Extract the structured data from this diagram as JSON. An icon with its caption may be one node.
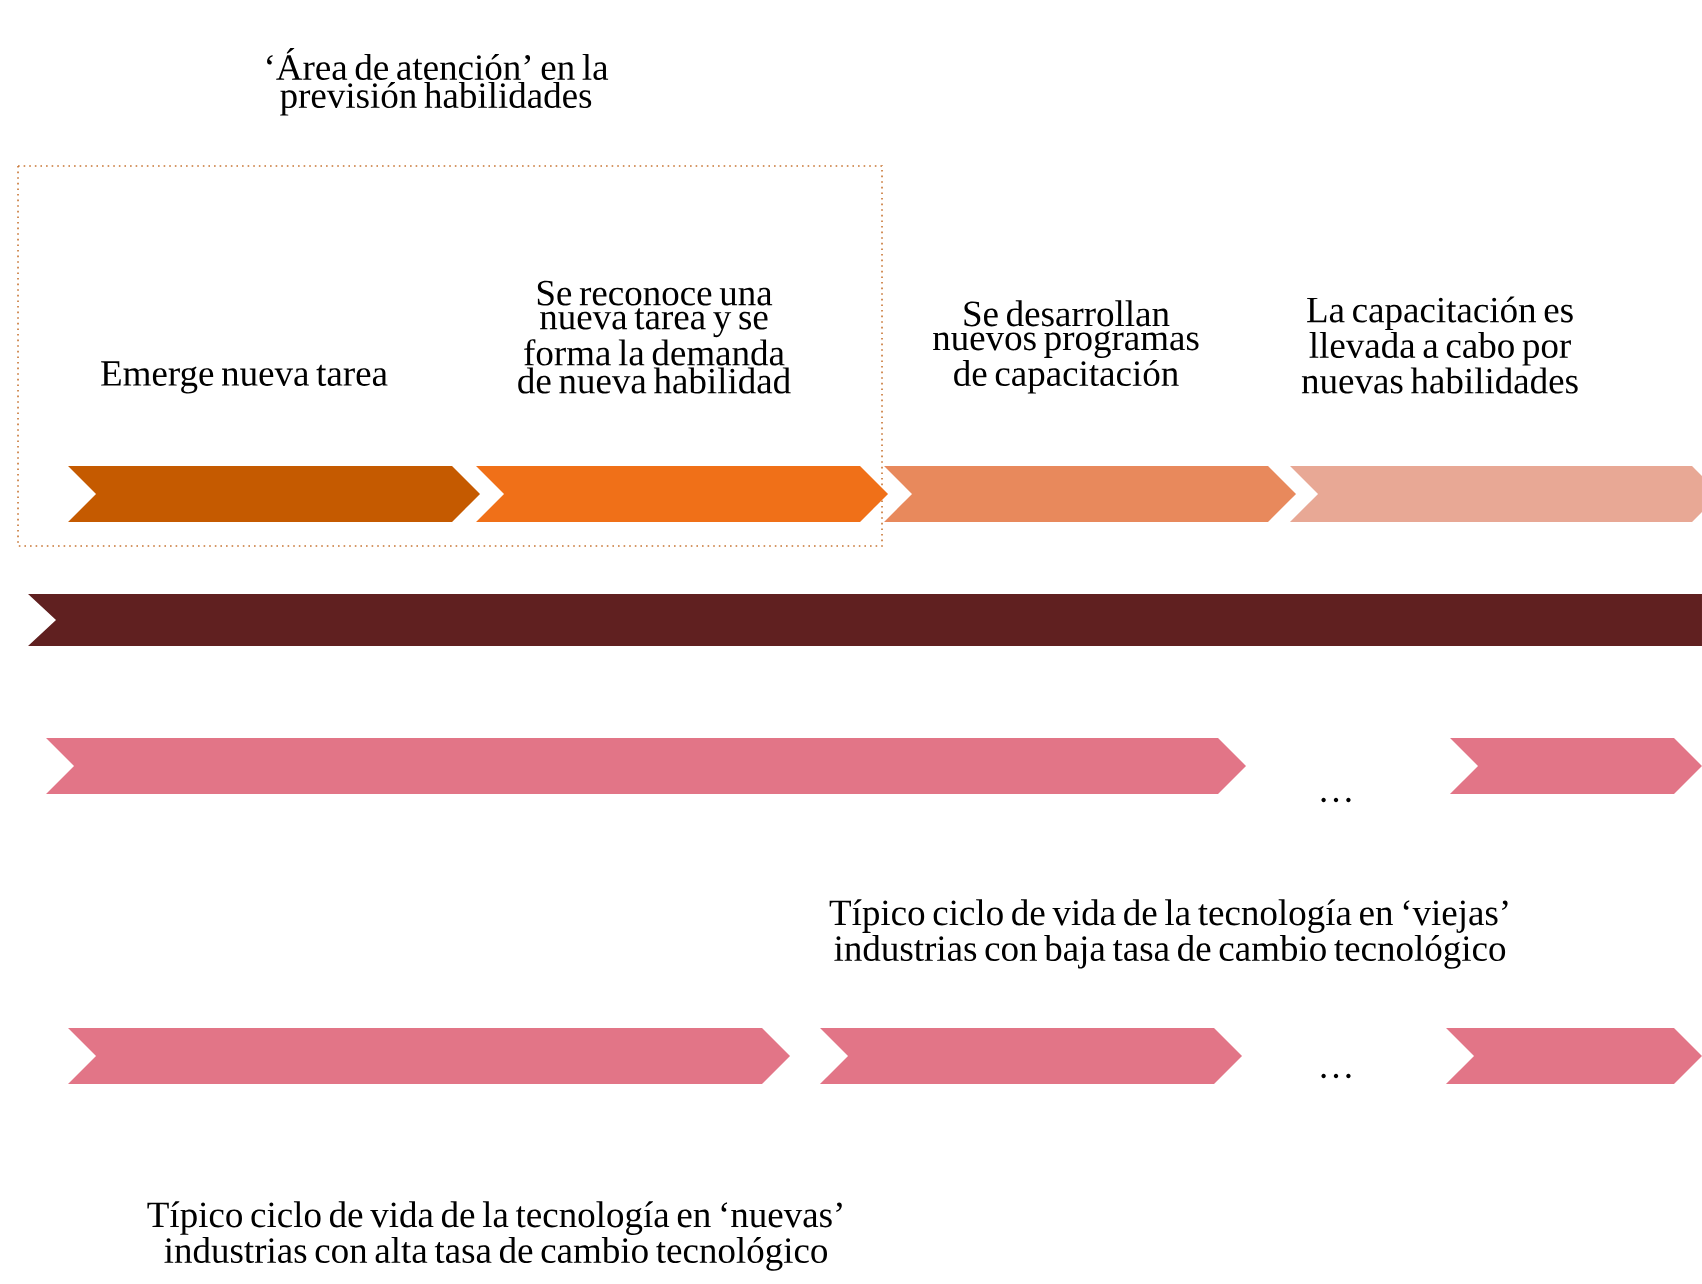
{
  "diagram": {
    "nodes": [
      {
        "text": [
          "‘Área de atención’ en la previsión habilidades"
        ]
      },
      {
        "text": [
          "Emerge nueva tarea"
        ],
        "in": 0
      },
      {
        "text": [
          "Se reconoce una nueva tarea y se forma la demanda de nueva habilidad"
        ],
        "in": 0
      },
      {
        "text": [
          "Se desarrollan nuevos programas de capacitación"
        ]
      },
      {
        "text": [
          "La capacitación es llevada a cabo por nuevas habilidades"
        ]
      },
      {
        "text": [],
        "shape": "bar"
      },
      {
        "text": [],
        "shape": "chevron"
      },
      {
        "text": [],
        "shape": "chevron"
      },
      {
        "text": [],
        "shape": "chevron"
      },
      {
        "text": [],
        "shape": "chevron"
      },
      {
        "text": [],
        "shape": "chevron"
      }
    ],
    "labels": [
      "…",
      "Típico ciclo de vida de la tecnología en ‘viejas’ industrias con baja tasa de cambio tecnológico",
      "…",
      "Típico ciclo de vida de la tecnología en ‘nuevas’ industrias con alta tasa de cambio tecnológico"
    ]
  }
}
